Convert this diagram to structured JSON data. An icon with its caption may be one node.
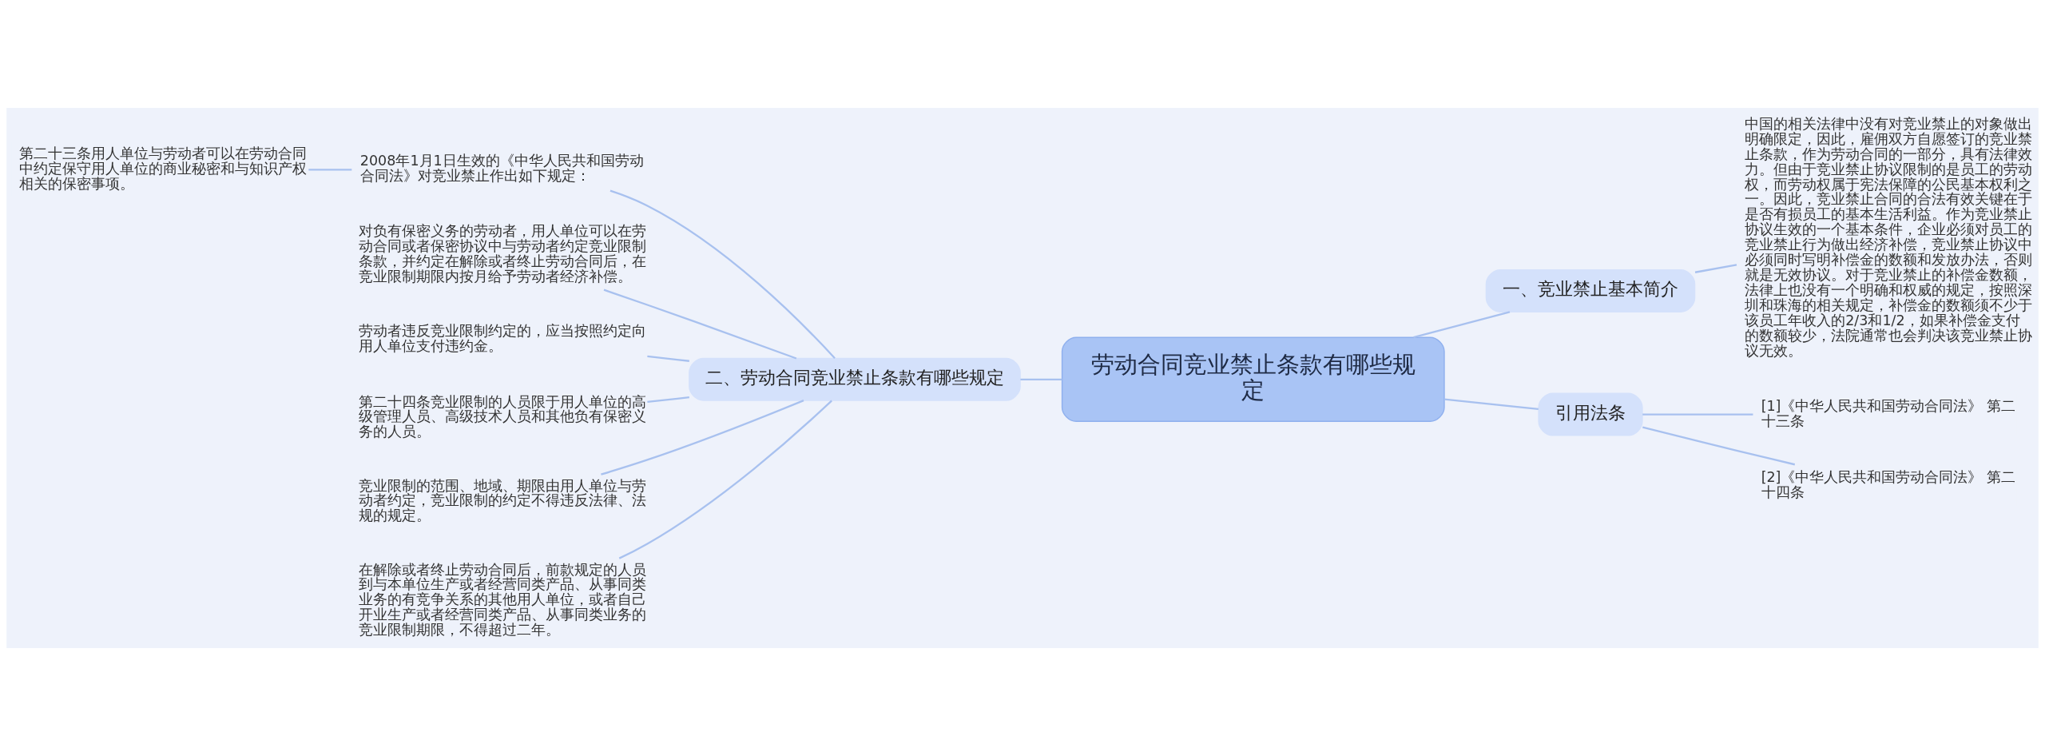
{
  "diagram": {
    "nodes": [
      {
        "text": [
          "劳动合同竞业禁止条款有哪些规定"
        ]
      },
      {
        "text": [
          "一、竞业禁止基本简介"
        ]
      },
      {
        "text": [
          "中国的相关法律中没有对竞业禁止的对象做出明确限定，因此，雇佣双方自愿签订的竞业禁止条款，作为劳动合同的一部分，具有法律效力。但由于竞业禁止协议限制的是员工的劳动权，而劳动权属于宪法保障的公民基本权利之一。因此，竞业禁止合同的合法有效关键在于是否有损员工的基本生活利益。作为竞业禁止协议生效的一个基本条件，企业必须对员工的竞业禁止行为做出经济补偿，竞业禁止协议中必须同时写明补偿金的数额和发放办法，否则就是无效协议。对于竞业禁止的补偿金数额，法律上也没有一个明确和权威的规定，按照深圳和珠海的相关规定，补偿金的数额须不少于该员工年收入的2/3和1/2，如果补偿金支付的数额较少，法院通常也会判决该竞业禁止协议无效。"
        ]
      },
      {
        "text": [
          "引用法条"
        ]
      },
      {
        "text": [
          "[1]《中华人民共和国劳动合同法》 第二十三条"
        ]
      },
      {
        "text": [
          "[2]《中华人民共和国劳动合同法》 第二十四条"
        ]
      },
      {
        "text": [
          "二、劳动合同竞业禁止条款有哪些规定"
        ]
      },
      {
        "text": [
          "2008年1月1日生效的《中华人民共和国劳动合同法》对竞业禁止作出如下规定："
        ]
      },
      {
        "text": [
          "第二十三条用人单位与劳动者可以在劳动合同中约定保守用人单位的商业秘密和与知识产权相关的保密事项。"
        ]
      },
      {
        "text": [
          "对负有保密义务的劳动者，用人单位可以在劳动合同或者保密协议中与劳动者约定竞业限制条款，并约定在解除或者终止劳动合同后，在竞业限制期限内按月给予劳动者经济补偿。"
        ]
      },
      {
        "text": [
          "劳动者违反竞业限制约定的，应当按照约定向用人单位支付违约金。"
        ]
      },
      {
        "text": [
          "第二十四条竞业限制的人员限于用人单位的高级管理人员、高级技术人员和其他负有保密义务的人员。"
        ]
      },
      {
        "text": [
          "竞业限制的范围、地域、期限由用人单位与劳动者约定，竞业限制的约定不得违反法律、法规的规定。"
        ]
      },
      {
        "text": [
          "在解除或者终止劳动合同后，前款规定的人员到与本单位生产或者经营同类产品、从事同类业务的有竞争关系的其他用人单位，或者自己开业生产或者经营同类产品、从事同类业务的竞业限制期限，不得超过二年。"
        ]
      }
    ],
    "edges": [
      {
        "from": 0,
        "to": 1,
        "arrow": "none"
      },
      {
        "from": 1,
        "to": 2,
        "arrow": "none"
      },
      {
        "from": 0,
        "to": 3,
        "arrow": "none"
      },
      {
        "from": 3,
        "to": 4,
        "arrow": "none"
      },
      {
        "from": 3,
        "to": 5,
        "arrow": "none"
      },
      {
        "from": 6,
        "to": 0,
        "arrow": "none"
      },
      {
        "from": 7,
        "to": 6,
        "arrow": "none"
      },
      {
        "from": 8,
        "to": 7,
        "arrow": "none"
      },
      {
        "from": 9,
        "to": 6,
        "arrow": "none"
      },
      {
        "from": 10,
        "to": 6,
        "arrow": "none"
      },
      {
        "from": 11,
        "to": 6,
        "arrow": "none"
      },
      {
        "from": 12,
        "to": 6,
        "arrow": "none"
      },
      {
        "from": 13,
        "to": 6,
        "arrow": "none"
      }
    ]
  }
}
